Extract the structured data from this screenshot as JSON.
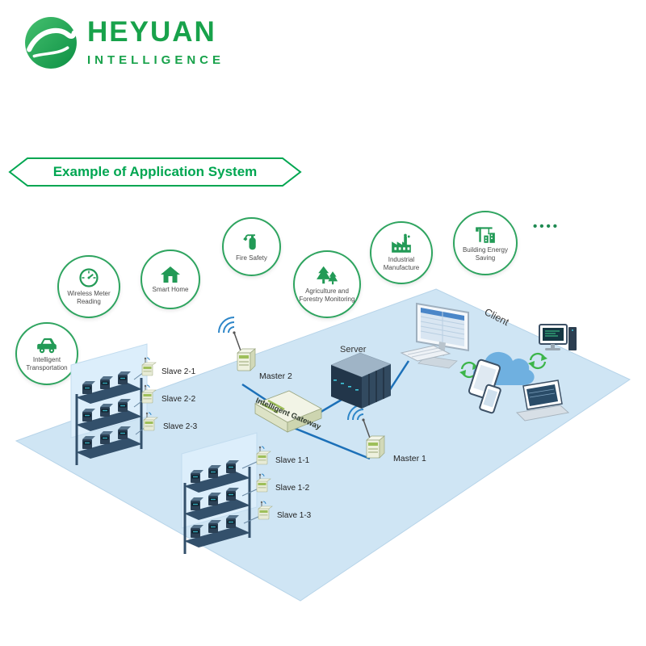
{
  "logo": {
    "brand": "HEYUAN",
    "subtitle": "INTELLIGENCE"
  },
  "banner": {
    "title": "Example of Application System"
  },
  "applications": [
    {
      "label": "Intelligent Transportation",
      "icon": "car-icon"
    },
    {
      "label": "Wireless Meter Reading",
      "icon": "meter-icon"
    },
    {
      "label": "Smart Home",
      "icon": "home-icon"
    },
    {
      "label": "Fire Safety",
      "icon": "fire-extinguisher-icon"
    },
    {
      "label": "Agriculture and Forestry Monitoring",
      "icon": "trees-icon"
    },
    {
      "label": "Industrial Manufacture",
      "icon": "factory-icon"
    },
    {
      "label": "Building Energy Saving",
      "icon": "crane-icon"
    }
  ],
  "more_indicator": "••••",
  "network": {
    "server_label": "Server",
    "client_label": "Client",
    "gateway_label": "Intelligent Gateway",
    "master1_label": "Master 1",
    "master2_label": "Master 2",
    "slaves_group2": [
      "Slave 2-1",
      "Slave 2-2",
      "Slave 2-3"
    ],
    "slaves_group1": [
      "Slave 1-1",
      "Slave 1-2",
      "Slave 1-3"
    ]
  },
  "colors": {
    "brand_green": "#18a24b",
    "title_green": "#00a651",
    "platform_blue": "#cfe5f4",
    "line_blue": "#1c70b8",
    "device_navy": "#2b4156",
    "display_cyan": "#41c8dc"
  }
}
